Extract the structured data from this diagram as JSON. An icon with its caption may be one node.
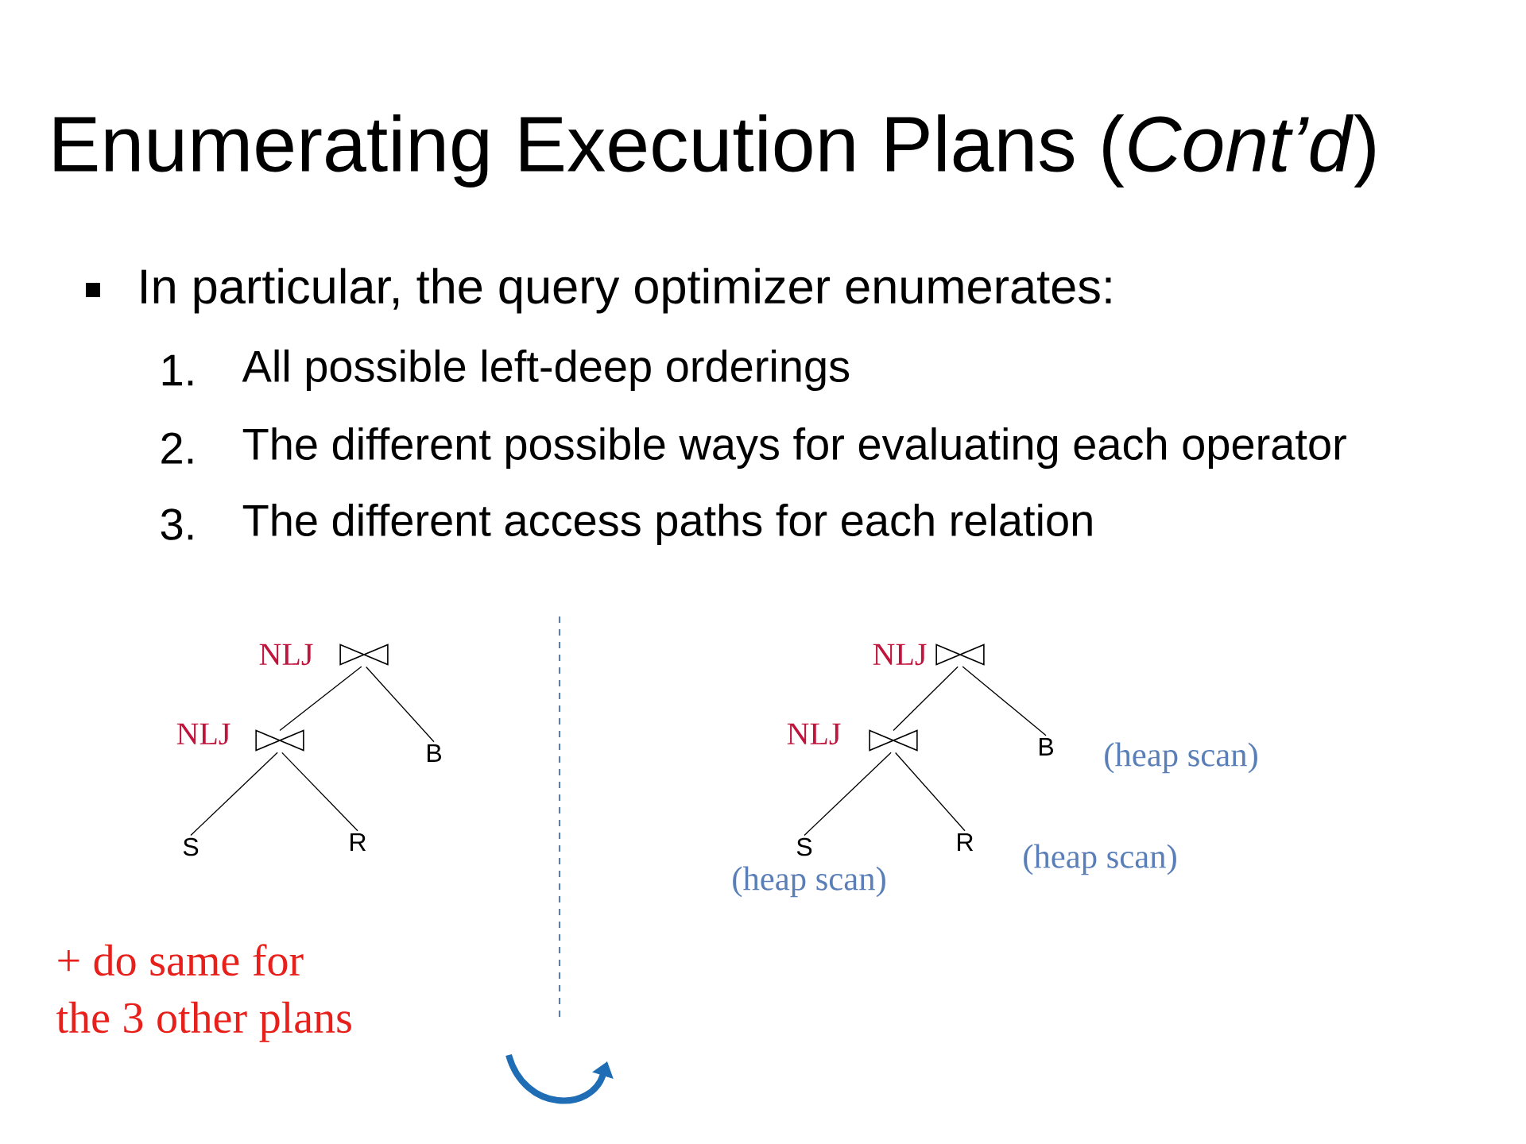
{
  "diagram": {
    "title": "Enumerating Execution Plans (*Cont’d*)",
    "nodes": [
      {
        "text": [],
        "shape": "bowtie",
        "beside": [
          "NLJ"
        ]
      },
      {
        "text": [],
        "shape": "bowtie",
        "beside": [
          "NLJ"
        ]
      },
      {
        "text": [
          "B"
        ]
      },
      {
        "text": [
          "S"
        ]
      },
      {
        "text": [
          "R"
        ]
      },
      {
        "text": [],
        "shape": "bowtie",
        "beside": [
          "NLJ"
        ]
      },
      {
        "text": [],
        "shape": "bowtie",
        "beside": [
          "NLJ"
        ]
      },
      {
        "text": [
          "B"
        ],
        "beside": [
          "(heap scan)"
        ]
      },
      {
        "text": [
          "S"
        ],
        "beside": [
          "(heap scan)"
        ]
      },
      {
        "text": [
          "R"
        ],
        "beside": [
          "(heap scan)"
        ]
      }
    ],
    "edges": [
      {
        "from": 0,
        "to": 1,
        "arrow": "none"
      },
      {
        "from": 0,
        "to": 2,
        "arrow": "none"
      },
      {
        "from": 1,
        "to": 3,
        "arrow": "none"
      },
      {
        "from": 1,
        "to": 4,
        "arrow": "none"
      },
      {
        "from": 5,
        "to": 6,
        "arrow": "none"
      },
      {
        "from": 5,
        "to": 7,
        "arrow": "none"
      },
      {
        "from": 6,
        "to": 8,
        "arrow": "none"
      },
      {
        "from": 6,
        "to": 9,
        "arrow": "none"
      }
    ],
    "labels": [
      "In particular, the query optimizer enumerates:",
      "1.",
      "All possible left-deep orderings",
      "2.",
      "The different possible ways for evaluating each operator",
      "3.",
      "The different access paths for each relation",
      "+ do same for the 3 other plans"
    ]
  }
}
